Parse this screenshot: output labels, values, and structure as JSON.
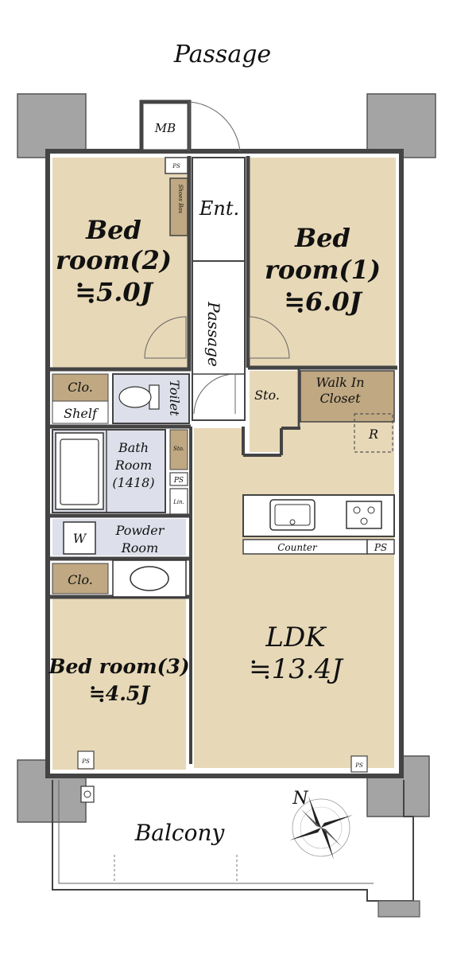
{
  "colors": {
    "wood": "#e7d8b7",
    "tatami_tan": "#bfa882",
    "wet": "#dde0ea",
    "pillar": "#a4a4a4",
    "wall": "#555555"
  },
  "labels": {
    "passage_top": "Passage",
    "mb": "MB",
    "ps": "PS",
    "shoes_box": "Shoes Box",
    "entrance": "Ent.",
    "passage_inner": "Passage",
    "bed2_l1": "Bed",
    "bed2_l2": "room(2)",
    "bed2_l3": "≒5.0J",
    "bed1_l1": "Bed",
    "bed1_l2": "room(1)",
    "bed1_l3": "≒6.0J",
    "clo": "Clo.",
    "shelf": "Shelf",
    "toilet": "Toilet",
    "sto": "Sto.",
    "walk_in_l1": "Walk In",
    "walk_in_l2": "Closet",
    "r": "R",
    "bath_l1": "Bath",
    "bath_l2": "Room",
    "bath_l3": "(1418)",
    "lin": "Lin.",
    "w": "W",
    "powder_l1": "Powder",
    "powder_l2": "Room",
    "counter": "Counter",
    "ldk_l1": "LDK",
    "ldk_l2": "≒13.4J",
    "bed3_l1": "Bed room(3)",
    "bed3_l2": "≒4.5J",
    "balcony": "Balcony",
    "compass_n": "N"
  },
  "icons": [
    "compass-rose-icon",
    "toilet-icon",
    "bathtub-icon",
    "sink-icon",
    "stove-icon",
    "washbasin-icon",
    "outdoor-faucet-icon"
  ]
}
